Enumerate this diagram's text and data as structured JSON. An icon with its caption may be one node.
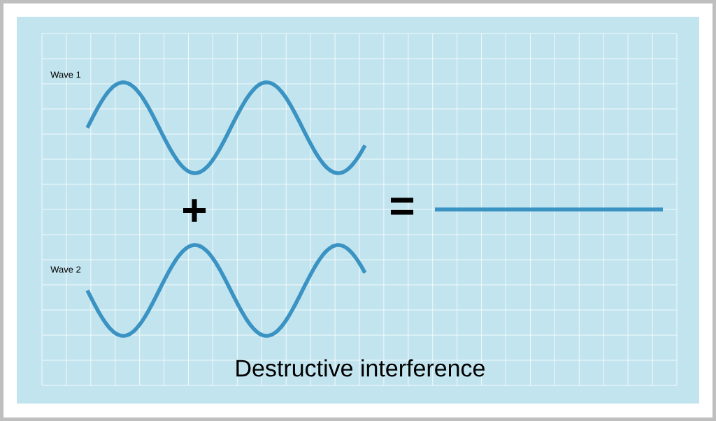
{
  "diagram": {
    "caption": "Destructive interference",
    "labels": [
      "Wave 1",
      "+",
      "=",
      "Wave 2"
    ]
  }
}
